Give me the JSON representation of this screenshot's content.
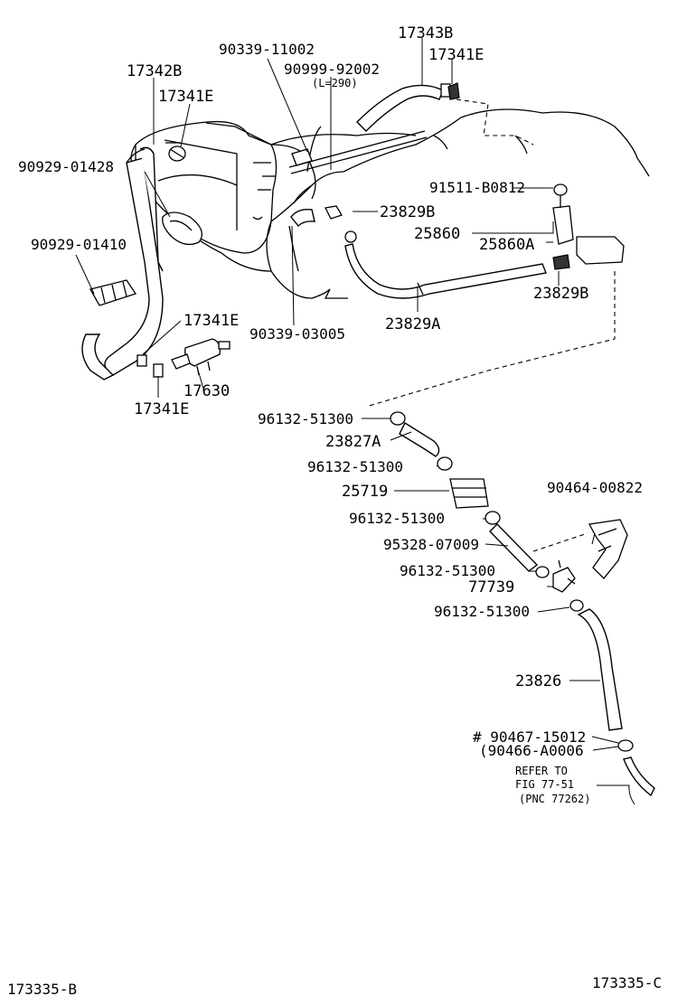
{
  "labels": {
    "p17343B": "17343B",
    "p17341E_top": "17341E",
    "p90339_11002": "90339-11002",
    "p90999_92002": "90999-92002",
    "l290": "(L=290)",
    "p17342B": "17342B",
    "p17341E_left": "17341E",
    "p90929_01428": "90929-01428",
    "p91511_B0812": "91511-B0812",
    "p23829B_top": "23829B",
    "p25860": "25860",
    "p25860A": "25860A",
    "p90929_01410": "90929-01410",
    "p23829B_right": "23829B",
    "p17341E_mid": "17341E",
    "p90339_03005": "90339-03005",
    "p23829A": "23829A",
    "p17630": "17630",
    "p17341E_bot": "17341E",
    "p96132_1": "96132-51300",
    "p23827A": "23827A",
    "p96132_2": "96132-51300",
    "p25719": "25719",
    "p90464_00822": "90464-00822",
    "p96132_3": "96132-51300",
    "p95328_07009": "95328-07009",
    "p96132_4": "96132-51300",
    "p77739": "77739",
    "p96132_5": "96132-51300",
    "p23826": "23826",
    "p90467_15012": "# 90467-15012",
    "p90466_A0006": "(90466-A0006",
    "refer1": "REFER TO",
    "refer2": "FIG 77-51",
    "refer3": "(PNC 77262)",
    "code_left": "173335-B",
    "code_right": "173335-C"
  }
}
